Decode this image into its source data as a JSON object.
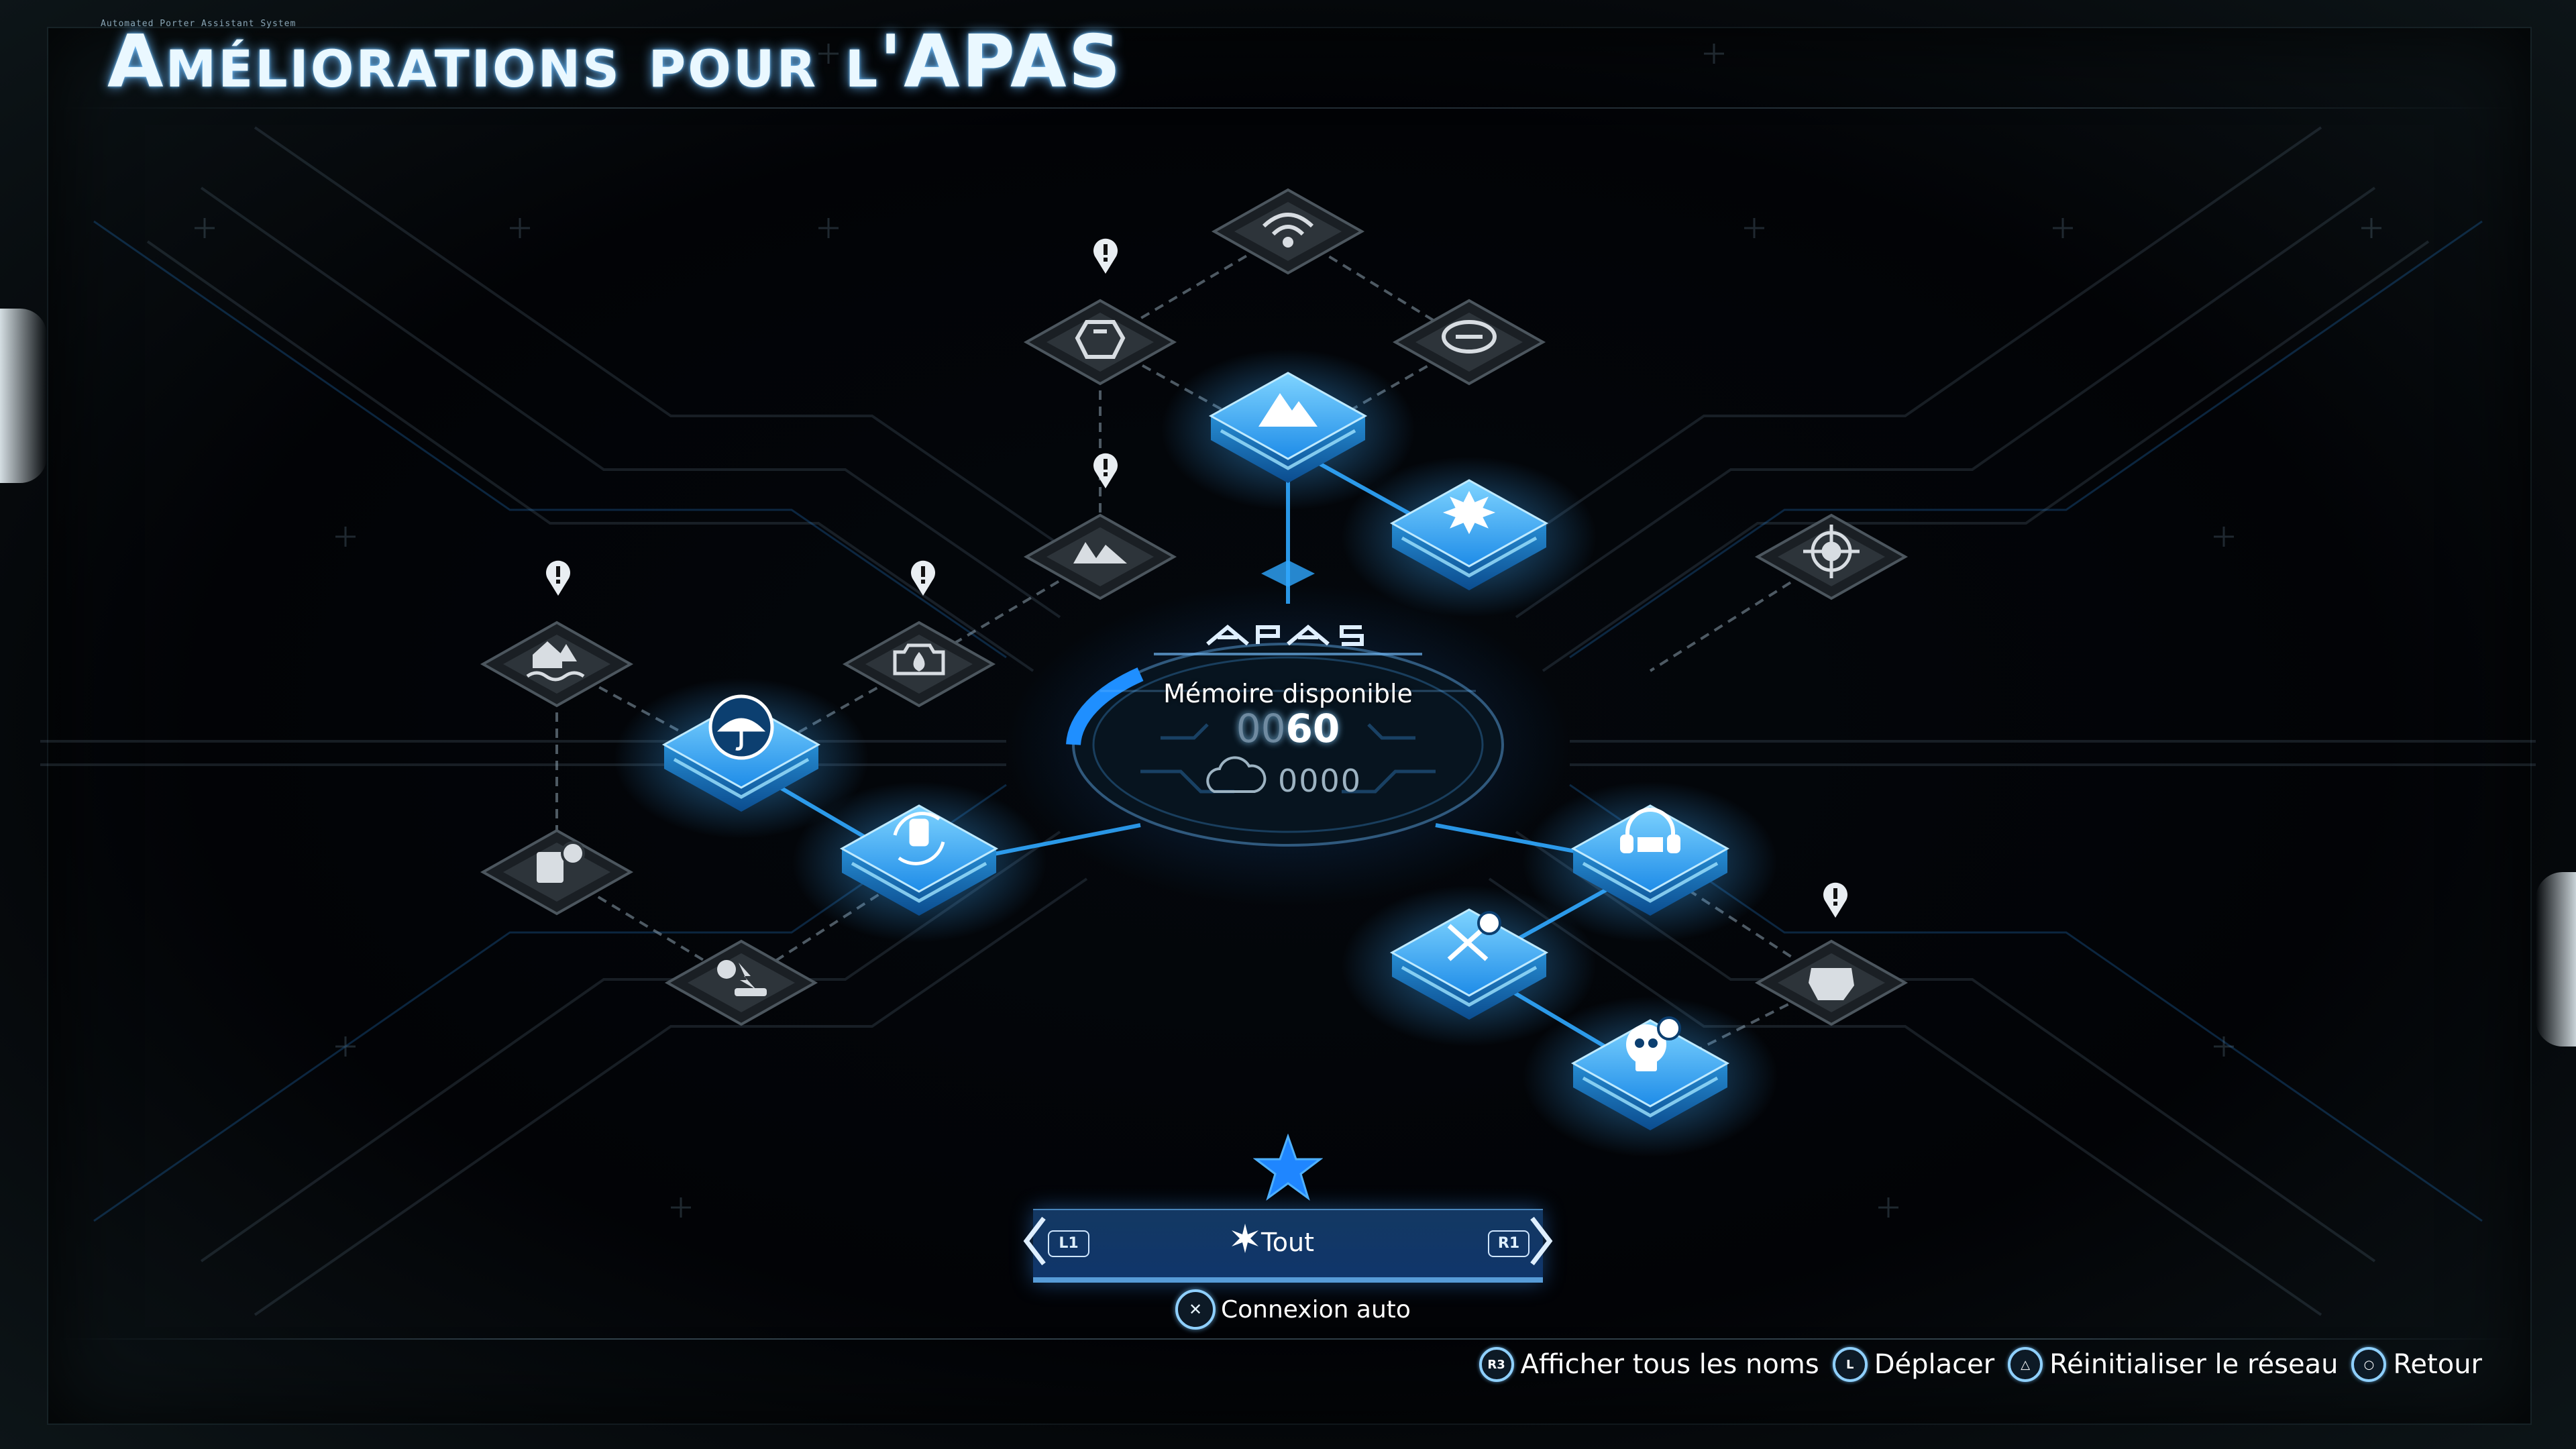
{
  "header": {
    "system_label": "Automated Porter Assistant System",
    "title": "Améliorations pour l'APAS"
  },
  "center_hub": {
    "logo_text": "APAS",
    "memory_label": "Mémoire disponible",
    "memory_value_dim": "00",
    "memory_value": "60",
    "cloud_value": "0000",
    "memory_ring_fill": 0.15
  },
  "nodes": [
    {
      "id": "wifi",
      "icon": "wifi-icon",
      "state": "locked"
    },
    {
      "id": "hand-swipe",
      "icon": "hand-swipe-icon",
      "state": "locked",
      "alert": true
    },
    {
      "id": "link",
      "icon": "link-icon",
      "state": "locked"
    },
    {
      "id": "mountain",
      "icon": "mountain-icon",
      "state": "unlocked"
    },
    {
      "id": "rocks",
      "icon": "rocks-icon",
      "state": "locked",
      "alert": true
    },
    {
      "id": "burst",
      "icon": "burst-icon",
      "state": "unlocked"
    },
    {
      "id": "skull-target",
      "icon": "skull-target-icon",
      "state": "locked"
    },
    {
      "id": "house-flood",
      "icon": "house-flood-icon",
      "state": "locked",
      "alert": true
    },
    {
      "id": "drop",
      "icon": "drop-icon",
      "state": "locked",
      "alert": true
    },
    {
      "id": "umbrella",
      "icon": "umbrella-icon",
      "state": "unlocked"
    },
    {
      "id": "bottle-cycle",
      "icon": "bottle-cycle-icon",
      "state": "unlocked"
    },
    {
      "id": "skull-timer",
      "icon": "skull-timer-icon",
      "state": "locked"
    },
    {
      "id": "mule-shock",
      "icon": "mule-shock-icon",
      "state": "locked"
    },
    {
      "id": "headset",
      "icon": "headset-icon",
      "state": "unlocked"
    },
    {
      "id": "cross-timer",
      "icon": "cross-timer-icon",
      "state": "unlocked"
    },
    {
      "id": "fist",
      "icon": "fist-icon",
      "state": "locked",
      "alert": true
    },
    {
      "id": "skull-clock",
      "icon": "skull-clock-icon",
      "state": "unlocked"
    }
  ],
  "filter": {
    "left_button": "L1",
    "right_button": "R1",
    "label": "Tout"
  },
  "auto_connect": {
    "button": "✕",
    "label": "Connexion auto"
  },
  "footer": [
    {
      "button": "R3",
      "label": "Afficher tous les noms"
    },
    {
      "button": "L",
      "label": "Déplacer"
    },
    {
      "button": "△",
      "label": "Réinitialiser le réseau"
    },
    {
      "button": "○",
      "label": "Retour"
    }
  ],
  "colors": {
    "accent": "#2fa8ff",
    "glow": "#6fc8ff",
    "locked_tile": "#3a4148",
    "background": "#020407"
  }
}
